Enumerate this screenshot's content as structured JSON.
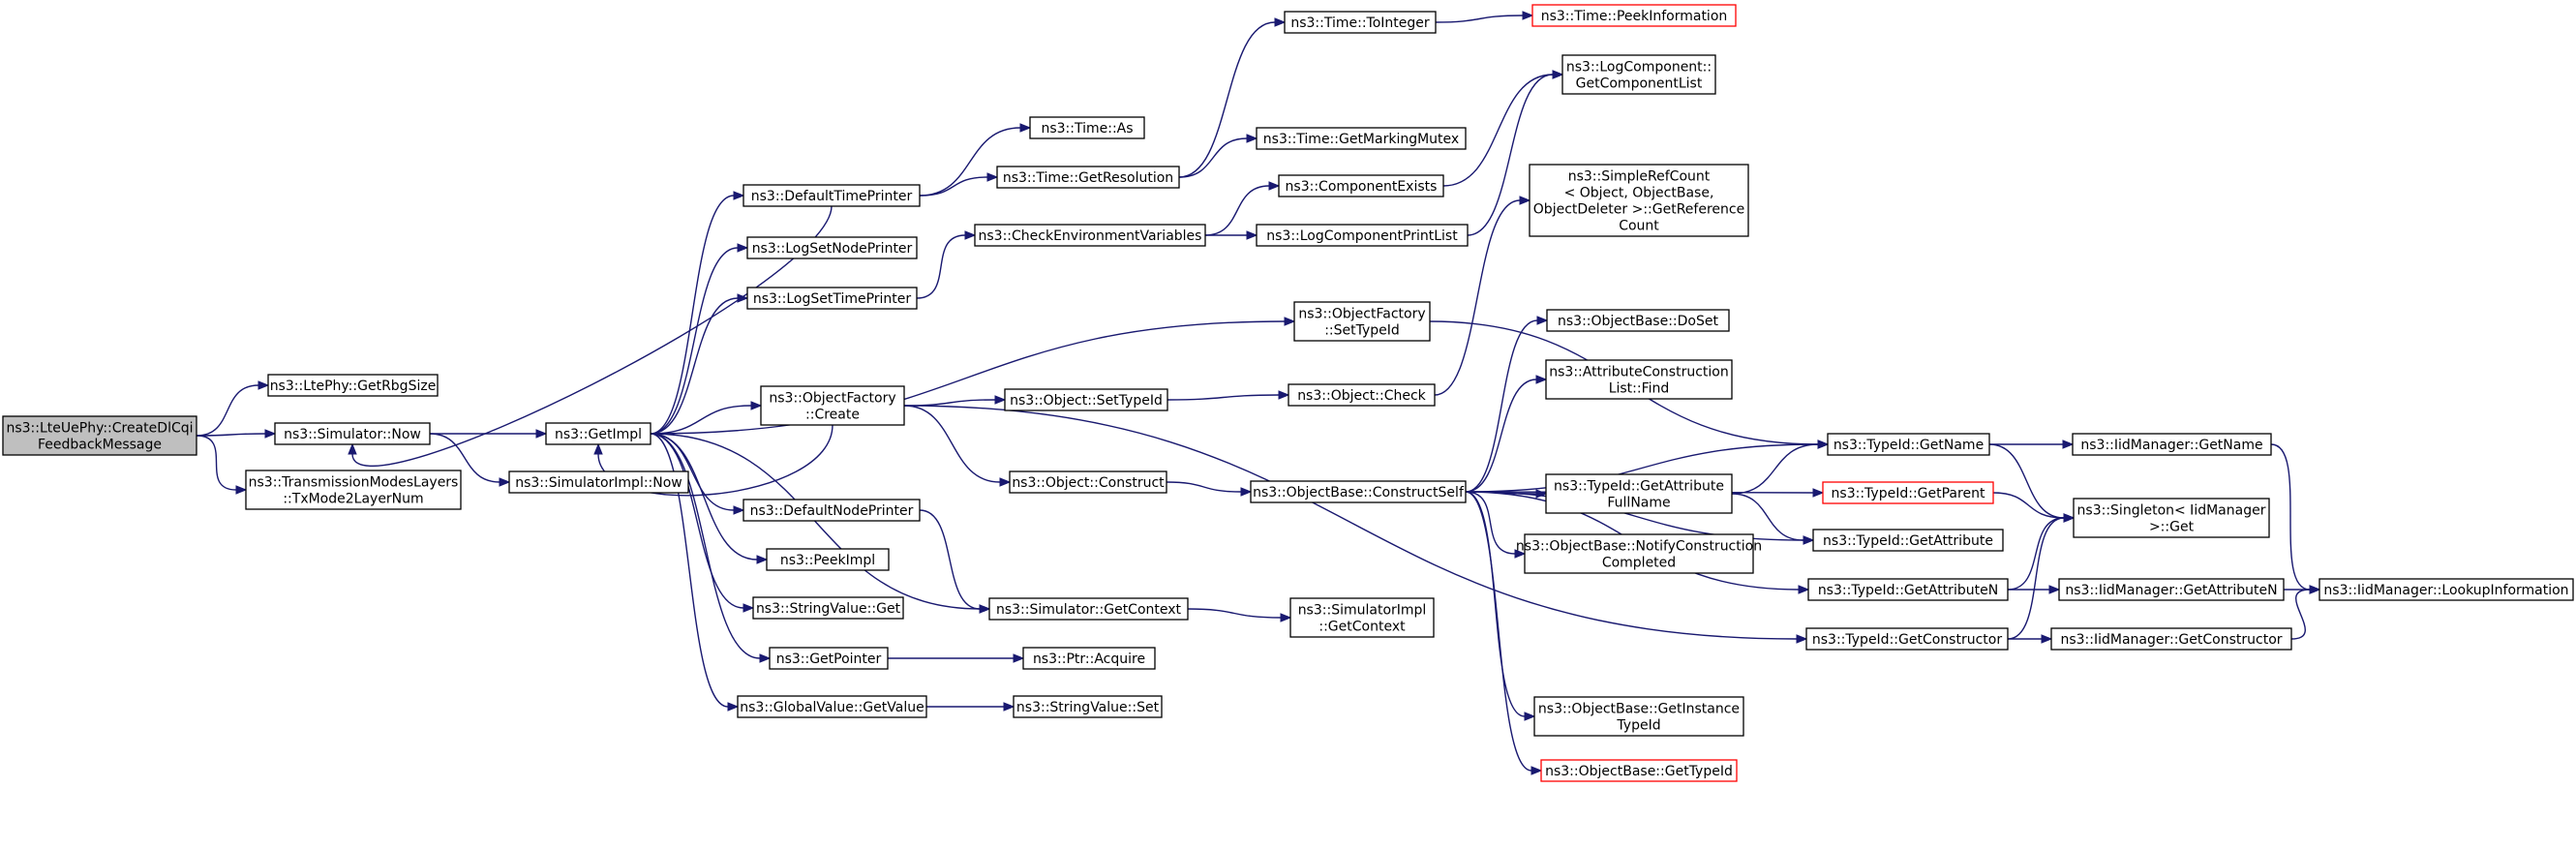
{
  "colors": {
    "edge": "#191970",
    "root_fill": "#bfbfbf",
    "red_border": "#ff0000"
  },
  "nodes": [
    {
      "id": "root",
      "lines": [
        "ns3::LteUePhy::CreateDlCqi",
        "FeedbackMessage"
      ],
      "root": true
    },
    {
      "id": "rbg",
      "lines": [
        "ns3::LtePhy::GetRbgSize"
      ]
    },
    {
      "id": "simnow",
      "lines": [
        "ns3::Simulator::Now"
      ]
    },
    {
      "id": "txmode",
      "lines": [
        "ns3::TransmissionModesLayers",
        "::TxMode2LayerNum"
      ]
    },
    {
      "id": "getimpl",
      "lines": [
        "ns3::GetImpl"
      ]
    },
    {
      "id": "simimplnow",
      "lines": [
        "ns3::SimulatorImpl::Now"
      ]
    },
    {
      "id": "dtp",
      "lines": [
        "ns3::DefaultTimePrinter"
      ]
    },
    {
      "id": "lsnp",
      "lines": [
        "ns3::LogSetNodePrinter"
      ]
    },
    {
      "id": "lstp",
      "lines": [
        "ns3::LogSetTimePrinter"
      ]
    },
    {
      "id": "ofcreate",
      "lines": [
        "ns3::ObjectFactory",
        "::Create"
      ]
    },
    {
      "id": "dnp",
      "lines": [
        "ns3::DefaultNodePrinter"
      ]
    },
    {
      "id": "peekimpl",
      "lines": [
        "ns3::PeekImpl"
      ]
    },
    {
      "id": "svget",
      "lines": [
        "ns3::StringValue::Get"
      ]
    },
    {
      "id": "getptr",
      "lines": [
        "ns3::GetPointer"
      ]
    },
    {
      "id": "gvget",
      "lines": [
        "ns3::GlobalValue::GetValue"
      ]
    },
    {
      "id": "timeas",
      "lines": [
        "ns3::Time::As"
      ]
    },
    {
      "id": "getres",
      "lines": [
        "ns3::Time::GetResolution"
      ]
    },
    {
      "id": "cev",
      "lines": [
        "ns3::CheckEnvironmentVariables"
      ]
    },
    {
      "id": "objsettid",
      "lines": [
        "ns3::Object::SetTypeId"
      ]
    },
    {
      "id": "objconstruct",
      "lines": [
        "ns3::Object::Construct"
      ]
    },
    {
      "id": "simgetctx",
      "lines": [
        "ns3::Simulator::GetContext"
      ]
    },
    {
      "id": "ptracq",
      "lines": [
        "ns3::Ptr::Acquire"
      ]
    },
    {
      "id": "svset",
      "lines": [
        "ns3::StringValue::Set"
      ]
    },
    {
      "id": "toint",
      "lines": [
        "ns3::Time::ToInteger"
      ]
    },
    {
      "id": "gmm",
      "lines": [
        "ns3::Time::GetMarkingMutex"
      ]
    },
    {
      "id": "compexists",
      "lines": [
        "ns3::ComponentExists"
      ]
    },
    {
      "id": "lcpl",
      "lines": [
        "ns3::LogComponentPrintList"
      ]
    },
    {
      "id": "ofsettid",
      "lines": [
        "ns3::ObjectFactory",
        "::SetTypeId"
      ]
    },
    {
      "id": "objcheck",
      "lines": [
        "ns3::Object::Check"
      ]
    },
    {
      "id": "cself",
      "lines": [
        "ns3::ObjectBase::ConstructSelf"
      ]
    },
    {
      "id": "simimplctx",
      "lines": [
        "ns3::SimulatorImpl",
        "::GetContext"
      ]
    },
    {
      "id": "peekinfo",
      "lines": [
        "ns3::Time::PeekInformation"
      ],
      "red": true
    },
    {
      "id": "lcgcl",
      "lines": [
        "ns3::LogComponent::",
        "GetComponentList"
      ]
    },
    {
      "id": "srcget",
      "lines": [
        "ns3::SimpleRefCount",
        "< Object, ObjectBase,",
        "ObjectDeleter >::GetReference",
        "Count"
      ]
    },
    {
      "id": "doset",
      "lines": [
        "ns3::ObjectBase::DoSet"
      ]
    },
    {
      "id": "aclfind",
      "lines": [
        "ns3::AttributeConstruction",
        "List::Find"
      ]
    },
    {
      "id": "tidgafn",
      "lines": [
        "ns3::TypeId::GetAttribute",
        "FullName"
      ]
    },
    {
      "id": "notifycc",
      "lines": [
        "ns3::ObjectBase::NotifyConstruction",
        "Completed"
      ]
    },
    {
      "id": "getitid",
      "lines": [
        "ns3::ObjectBase::GetInstance",
        "TypeId"
      ]
    },
    {
      "id": "gettid",
      "lines": [
        "ns3::ObjectBase::GetTypeId"
      ],
      "red": true
    },
    {
      "id": "tidname",
      "lines": [
        "ns3::TypeId::GetName"
      ]
    },
    {
      "id": "tidparent",
      "lines": [
        "ns3::TypeId::GetParent"
      ],
      "red": true
    },
    {
      "id": "tidattr",
      "lines": [
        "ns3::TypeId::GetAttribute"
      ]
    },
    {
      "id": "tidattrn",
      "lines": [
        "ns3::TypeId::GetAttributeN"
      ]
    },
    {
      "id": "tidctor",
      "lines": [
        "ns3::TypeId::GetConstructor"
      ]
    },
    {
      "id": "imgetname",
      "lines": [
        "ns3::IidManager::GetName"
      ]
    },
    {
      "id": "singleton",
      "lines": [
        "ns3::Singleton< IidManager",
        ">::Get"
      ]
    },
    {
      "id": "imgetattrn",
      "lines": [
        "ns3::IidManager::GetAttributeN"
      ]
    },
    {
      "id": "imgetctor",
      "lines": [
        "ns3::IidManager::GetConstructor"
      ]
    },
    {
      "id": "imlookup",
      "lines": [
        "ns3::IidManager::LookupInformation"
      ]
    }
  ],
  "edges": [
    [
      "root",
      "rbg"
    ],
    [
      "root",
      "simnow"
    ],
    [
      "root",
      "txmode"
    ],
    [
      "simnow",
      "getimpl"
    ],
    [
      "simnow",
      "simimplnow"
    ],
    [
      "getimpl",
      "dtp"
    ],
    [
      "getimpl",
      "lsnp"
    ],
    [
      "getimpl",
      "lstp"
    ],
    [
      "getimpl",
      "ofsettid"
    ],
    [
      "getimpl",
      "ofcreate"
    ],
    [
      "getimpl",
      "dnp"
    ],
    [
      "getimpl",
      "simgetctx"
    ],
    [
      "getimpl",
      "peekimpl"
    ],
    [
      "getimpl",
      "svget"
    ],
    [
      "getimpl",
      "getptr"
    ],
    [
      "getimpl",
      "gvget"
    ],
    [
      "dtp",
      "simnow"
    ],
    [
      "dtp",
      "timeas"
    ],
    [
      "dtp",
      "getres"
    ],
    [
      "lstp",
      "cev"
    ],
    [
      "ofcreate",
      "objsettid"
    ],
    [
      "ofcreate",
      "objconstruct"
    ],
    [
      "ofcreate",
      "getimpl"
    ],
    [
      "ofcreate",
      "tidctor"
    ],
    [
      "dnp",
      "simgetctx"
    ],
    [
      "getptr",
      "ptracq"
    ],
    [
      "gvget",
      "svset"
    ],
    [
      "getres",
      "toint"
    ],
    [
      "getres",
      "gmm"
    ],
    [
      "toint",
      "peekinfo"
    ],
    [
      "cev",
      "compexists"
    ],
    [
      "cev",
      "lcpl"
    ],
    [
      "compexists",
      "lcgcl"
    ],
    [
      "lcpl",
      "lcgcl"
    ],
    [
      "ofsettid",
      "tidname"
    ],
    [
      "objsettid",
      "objcheck"
    ],
    [
      "objcheck",
      "srcget"
    ],
    [
      "objconstruct",
      "cself"
    ],
    [
      "simgetctx",
      "simimplctx"
    ],
    [
      "cself",
      "doset"
    ],
    [
      "cself",
      "aclfind"
    ],
    [
      "cself",
      "tidgafn"
    ],
    [
      "cself",
      "notifycc"
    ],
    [
      "cself",
      "getitid"
    ],
    [
      "cself",
      "gettid"
    ],
    [
      "cself",
      "tidname"
    ],
    [
      "cself",
      "tidparent"
    ],
    [
      "cself",
      "tidattr"
    ],
    [
      "cself",
      "tidattrn"
    ],
    [
      "tidgafn",
      "tidname"
    ],
    [
      "tidgafn",
      "tidattr"
    ],
    [
      "tidname",
      "imgetname"
    ],
    [
      "tidname",
      "singleton"
    ],
    [
      "tidparent",
      "singleton"
    ],
    [
      "tidattrn",
      "singleton"
    ],
    [
      "tidattrn",
      "imgetattrn"
    ],
    [
      "tidctor",
      "singleton"
    ],
    [
      "tidctor",
      "imgetctor"
    ],
    [
      "imgetname",
      "imlookup"
    ],
    [
      "imgetattrn",
      "imlookup"
    ],
    [
      "imgetctor",
      "imlookup"
    ]
  ]
}
